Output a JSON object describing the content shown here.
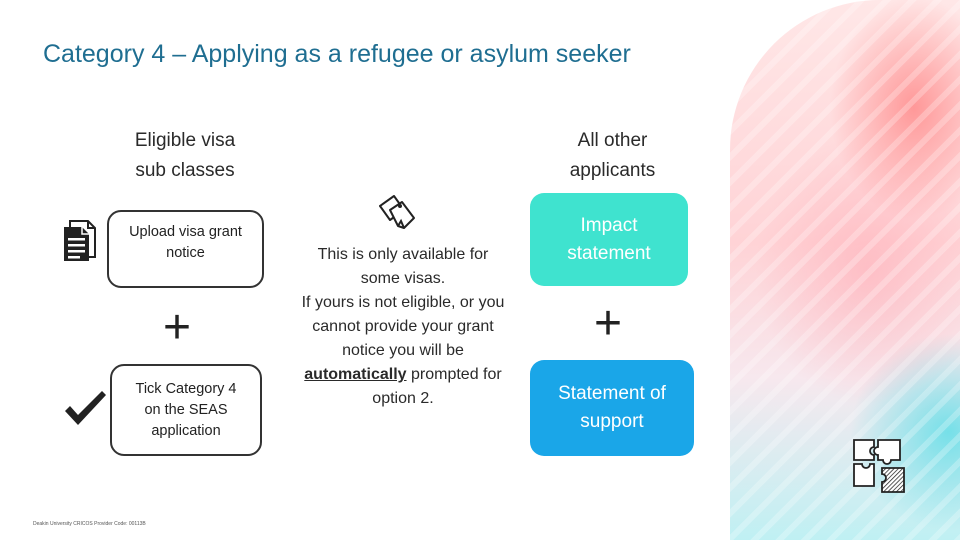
{
  "slide": {
    "title": "Category 4 – Applying as a refugee or asylum seeker",
    "left_heading": "Eligible visa\nsub classes",
    "right_heading": "All other\napplicants",
    "box_upload": "Upload visa grant\nnotice",
    "box_tick": "Tick Category 4\non the SEAS\napplication",
    "plus_symbol": "+",
    "note_line1": "This is only available for some visas.",
    "note_line2": "If yours is not eligible, or you cannot provide your grant notice you will be",
    "note_emphasis": "automatically",
    "note_line3": "prompted for option 2.",
    "impact_statement": "Impact\nstatement",
    "statement_of_support": "Statement of\nsupport",
    "footer": "Deakin University CRICOS Provider Code: 00113B"
  },
  "colors": {
    "title": "#1f6e91",
    "impact": "#3fe3cf",
    "support": "#1aa6e8"
  },
  "icons": [
    "document-icon",
    "checkmark-icon",
    "sticky-notes-icon",
    "puzzle-icon"
  ]
}
